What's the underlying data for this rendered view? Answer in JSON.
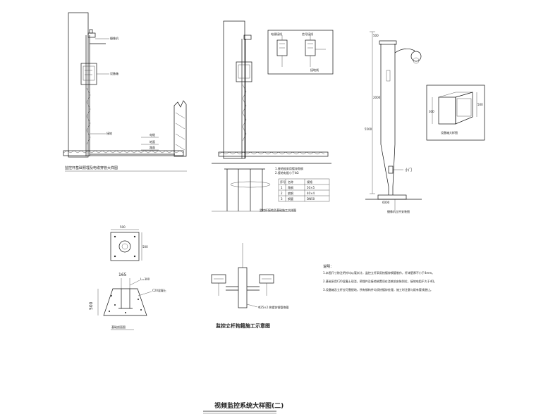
{
  "drawings": {
    "pole_left": {
      "caption": "监控杆基础预埋及电缆穿管大样图",
      "labels": [
        "摄像机",
        "设备箱",
        "接地",
        "电缆",
        "地面",
        "路面"
      ]
    },
    "pole_middle": {
      "caption": "监控杆接地及基础施工大样图",
      "notes": [
        "1.接地极采用镀锌角钢",
        "2.接地电阻小于4Ω"
      ],
      "table": [
        [
          "序号",
          "名称",
          "规格"
        ],
        [
          "1",
          "角钢",
          "50×5"
        ],
        [
          "2",
          "扁钢",
          "40×4"
        ],
        [
          "3",
          "钢管",
          "DN50"
        ]
      ]
    },
    "wiring_detail": {
      "labels": [
        "电源接线",
        "信号接线",
        "接地线"
      ]
    },
    "pole_right": {
      "caption": "摄像机立杆安装图",
      "dims": [
        "500",
        "2000",
        "5500",
        "6000"
      ],
      "door_label": "小门"
    },
    "cabinet": {
      "caption": "设备箱大样图",
      "dims": [
        "300",
        "500"
      ]
    },
    "foundation_plan": {
      "dim_top": "500",
      "dim_side": "500"
    },
    "foundation_section": {
      "caption": "基础剖面图",
      "dim_depth": "500",
      "dim_width": "165",
      "label_bolt": "L=300",
      "label_concrete": "C20混凝土"
    },
    "bracket_detail": {
      "caption": "监控立杆抱箍施工示意图",
      "pipe_label": "Φ25×2 热镀锌钢管抱箍"
    },
    "notes": {
      "heading": "说明：",
      "lines": [
        "1.本图尺寸除注明外均以毫米计，监控立杆采用热镀锌钢管制作，杆体壁厚不小于4mm。",
        "2.基础采用C20混凝土现浇，预埋件及接地装置须在浇筑前安装到位，接地电阻不大于4Ω。",
        "3.设备箱及立杆应可靠接地，所有钢构件均须热镀锌处理，施工时注意与既有管线避让。"
      ]
    },
    "sheet_title": "视频监控系统大样图(二)"
  }
}
